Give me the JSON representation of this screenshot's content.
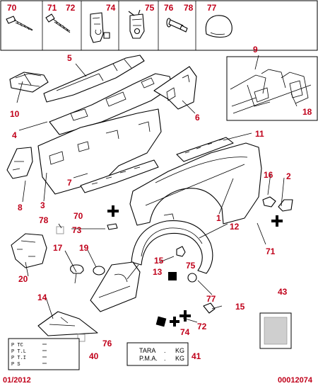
{
  "header_strip": {
    "part_numbers": [
      "70",
      "71",
      "72",
      "74",
      "75",
      "76",
      "78",
      "77"
    ],
    "icons": [
      "screw-icon",
      "screw-icon",
      "bolt-washer-icon",
      "clip-nut-icon",
      "cage-nut-icon",
      "rivet-icon",
      "plug-icon"
    ]
  },
  "callouts": {
    "c1": "1",
    "c2": "2",
    "c3": "3",
    "c4": "4",
    "c5": "5",
    "c6": "6",
    "c7": "7",
    "c8": "8",
    "c9": "9",
    "c10": "10",
    "c11": "11",
    "c12": "12",
    "c13": "13",
    "c14": "14",
    "c15a": "15",
    "c15b": "15",
    "c16": "16",
    "c17": "17",
    "c18": "18",
    "c19": "19",
    "c20": "20",
    "c40": "40",
    "c41": "41",
    "c43": "43",
    "c70": "70",
    "c71": "71",
    "c72": "72",
    "c73": "73",
    "c74": "74",
    "c75": "75",
    "c76": "76",
    "c77": "77",
    "c78": "78"
  },
  "labels": {
    "tara_label": "TARA",
    "tara_unit": "KG",
    "pma_label": "P.M.A.",
    "pma_unit": "KG",
    "plate_lines": [
      "P  TC",
      "P  T.L",
      "P  T.I",
      "P  S"
    ]
  },
  "footer": {
    "date": "01/2012",
    "code": "00012074"
  },
  "colors": {
    "callout": "#c0001a",
    "line": "#000000"
  }
}
